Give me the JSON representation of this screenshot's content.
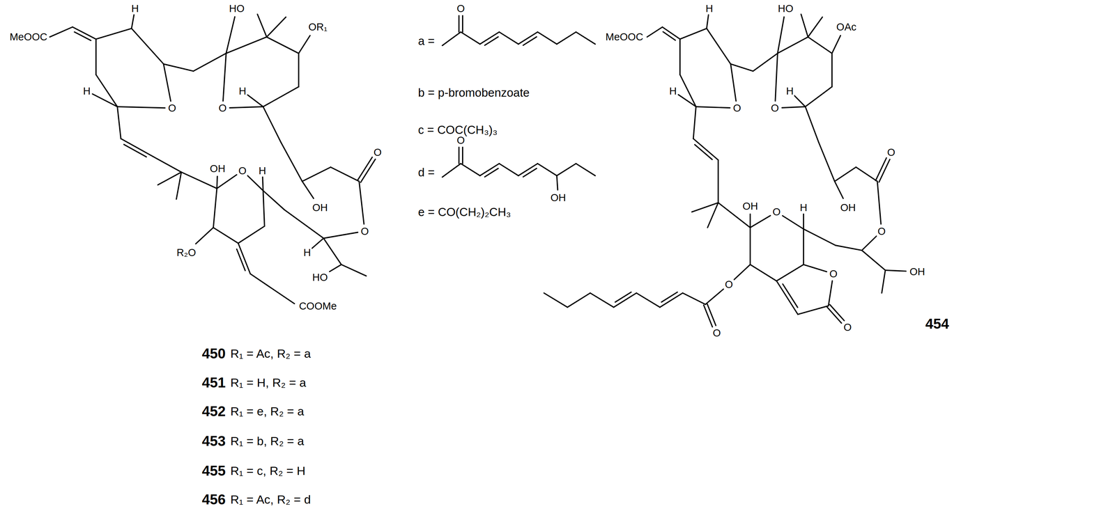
{
  "diagram": {
    "labels": [
      "MeOOC",
      "H",
      "HO",
      "OR₁",
      "H",
      "O",
      "O",
      "H",
      "O",
      "OH",
      "O",
      "H",
      "OH",
      "O",
      "R₂O",
      "H",
      "HO",
      "COOMe",
      "a =",
      "O",
      "b = p-bromobenzoate",
      "c = COC(CH₃)₃",
      "d =",
      "O",
      "OH",
      "e = CO(CH₂)₂CH₃",
      "450",
      "R₁ = Ac, R₂ = a",
      "451",
      "R₁ = H, R₂ = a",
      "452",
      "R₁ = e, R₂ = a",
      "453",
      "R₁ = b, R₂ = a",
      "455",
      "R₁ = c, R₂ = H",
      "456",
      "R₁ = Ac, R₂ = d",
      "MeOOC",
      "H",
      "HO",
      "OAc",
      "H",
      "O",
      "O",
      "H",
      "O",
      "OH",
      "OH",
      "O",
      "H",
      "O",
      "O",
      "O",
      "OH",
      "O",
      "O",
      "454"
    ]
  }
}
